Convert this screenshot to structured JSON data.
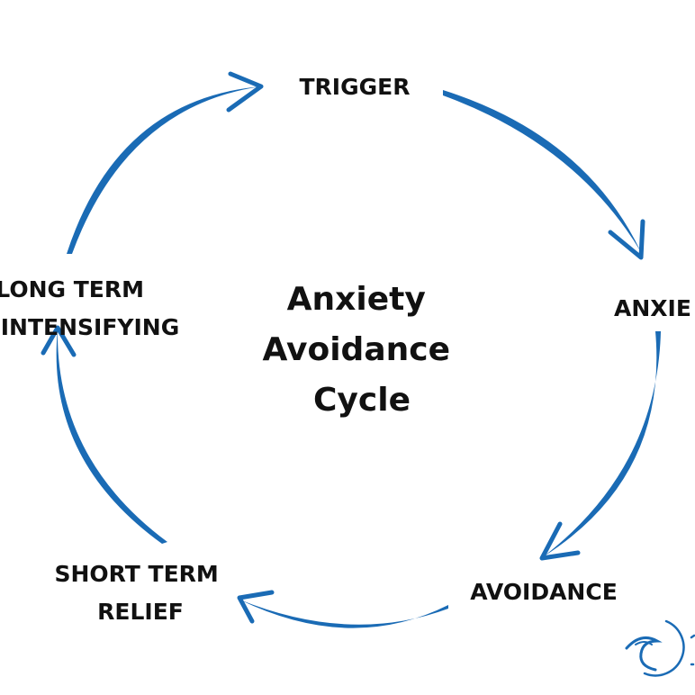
{
  "diagram": {
    "title_lines": [
      "Anxiety",
      "Avoidance",
      "Cycle"
    ],
    "nodes": [
      {
        "id": "trigger",
        "lines": [
          "TRIGGER"
        ]
      },
      {
        "id": "anxiety",
        "lines": [
          "ANXIE"
        ]
      },
      {
        "id": "avoidance",
        "lines": [
          "AVOIDANCE"
        ]
      },
      {
        "id": "short-term-relief",
        "lines": [
          "SHORT TERM",
          "RELIEF"
        ]
      },
      {
        "id": "long-term-intensifying",
        "lines": [
          "LONG TERM",
          "INTENSIFYING"
        ]
      }
    ],
    "colors": {
      "arrow": "#1a6bb5",
      "text": "#111111"
    }
  }
}
